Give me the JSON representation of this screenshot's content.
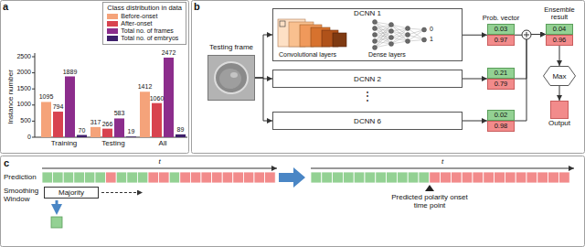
{
  "diagram": {
    "nodes": [
      {
        "text": [
          "Testing frame"
        ]
      },
      {
        "text": [
          "DCNN 1",
          "Convolutional layers",
          "Dense layers",
          "0",
          "1"
        ]
      },
      {
        "text": [
          "DCNN 2"
        ]
      },
      {
        "text": [
          "DCNN 6"
        ]
      },
      {
        "text": [
          "Prob. vector",
          "0.03",
          "0.97"
        ]
      },
      {
        "text": [
          "0.21",
          "0.79"
        ]
      },
      {
        "text": [
          "0.02",
          "0.98"
        ]
      },
      {
        "text": [
          "Ensemble result",
          "0.04",
          "0.96"
        ]
      },
      {
        "text": [
          "Max"
        ]
      },
      {
        "text": [
          "Output"
        ]
      },
      {
        "text": [
          "Majority"
        ]
      }
    ],
    "edges": [
      {
        "from": 0,
        "to": 1,
        "arrow": "to"
      },
      {
        "from": 0,
        "to": 2,
        "arrow": "to"
      },
      {
        "from": 0,
        "to": 3,
        "arrow": "to"
      },
      {
        "from": 1,
        "to": 4,
        "arrow": "to"
      },
      {
        "from": 2,
        "to": 5,
        "arrow": "to"
      },
      {
        "from": 3,
        "to": 6,
        "arrow": "to"
      },
      {
        "from": 4,
        "to": 7,
        "arrow": "to"
      },
      {
        "from": 5,
        "to": 7,
        "arrow": "to"
      },
      {
        "from": 6,
        "to": 7,
        "arrow": "to"
      },
      {
        "from": 7,
        "to": 8,
        "arrow": "to"
      },
      {
        "from": 8,
        "to": 9,
        "arrow": "to"
      }
    ],
    "labels": [
      "a",
      "Class distribution in data",
      "Instance number",
      "0",
      "500",
      "1000",
      "1500",
      "2000",
      "2500",
      "1095",
      "794",
      "1889",
      "70",
      "317",
      "266",
      "583",
      "19",
      "1412",
      "1060",
      "2472",
      "89",
      "Training",
      "Testing",
      "All",
      "b",
      "⋮",
      "c",
      "t",
      "Prediction",
      "Smoothing Window",
      "t",
      "Predicted polarity onset time point"
    ],
    "legend": [
      {
        "text": "Before-onset",
        "color": "#f5a37a"
      },
      {
        "text": "After-onset",
        "color": "#d8434f"
      },
      {
        "text": "Total no. of frames",
        "color": "#8c2d8c"
      },
      {
        "text": "Total no. of embryos",
        "color": "#3e1f6b"
      }
    ]
  }
}
